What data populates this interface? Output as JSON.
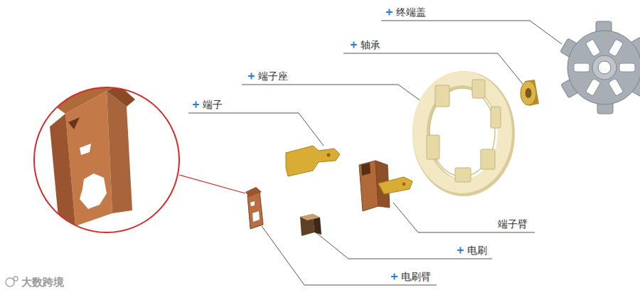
{
  "diagram": {
    "labels": [
      "终端盖",
      "轴承",
      "端子座",
      "端子",
      "端子臂",
      "电刷",
      "电刷臂",
      "大数跨境"
    ]
  }
}
